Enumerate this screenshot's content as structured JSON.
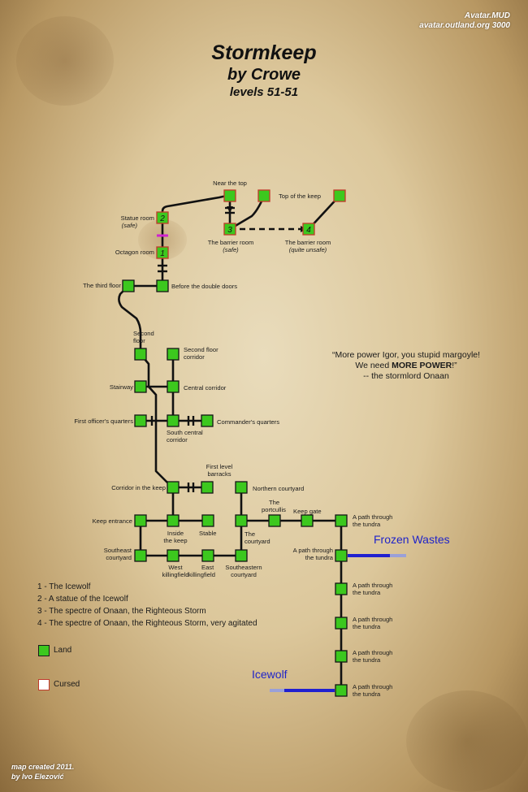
{
  "credit": {
    "line1": "Avatar.MUD",
    "line2": "avatar.outland.org 3000"
  },
  "title": {
    "name": "Stormkeep",
    "author": "by Crowe",
    "levels": "levels 51-51"
  },
  "quote": {
    "line1": "“More power Igor, you stupid margoyle!",
    "line2_pre": "We need ",
    "line2_bold": "MORE POWER",
    "line2_post": "!”",
    "line3": "-- the stormlord Onaan"
  },
  "notes": [
    "1 - The Icewolf",
    "2 - A statue of the Icewolf",
    "3 - The spectre of Onaan, the Righteous Storm",
    "4 - The spectre of Onaan, the Righteous Storm, very agitated"
  ],
  "legend": [
    {
      "label": "Land",
      "color": "#3cc81e",
      "border": "#1a1a1a"
    },
    {
      "label": "Cursed",
      "color": "#ffffff",
      "border": "#c0392b"
    }
  ],
  "regions": {
    "frozen_wastes": "Frozen Wastes",
    "icewolf": "Icewolf"
  },
  "footer": {
    "line1": "map created 2011.",
    "line2": "by Ivo Elezović"
  },
  "colors": {
    "land": "#3cc81e",
    "cursed_border": "#c0392b",
    "exit": "#2020d0",
    "door_special": "#d020d0"
  },
  "rooms": {
    "near_top": {
      "label": "Near the top"
    },
    "top_keep": {
      "label": "Top of the keep"
    },
    "statue_room": {
      "label": "Statue room",
      "note": "(safe)",
      "marker": "2"
    },
    "barrier3": {
      "label": "The barrier room",
      "note": "(safe)",
      "marker": "3"
    },
    "barrier4": {
      "label": "The barrier room",
      "note": "(quite unsafe)",
      "marker": "4"
    },
    "octagon": {
      "label": "Octagon room",
      "marker": "1"
    },
    "third_floor": {
      "label": "The third floor"
    },
    "before_doors": {
      "label": "Before the double doors"
    },
    "second_floor": {
      "label1": "Second",
      "label2": "floor"
    },
    "second_corr": {
      "label1": "Second floor",
      "label2": "corridor"
    },
    "stairway": {
      "label": "Stairway"
    },
    "central_corr": {
      "label": "Central corridor"
    },
    "first_officer": {
      "label": "First officer's quarters"
    },
    "south_central": {
      "label1": "South central",
      "label2": "corridor"
    },
    "commander": {
      "label": "Commander's quarters"
    },
    "corr_keep": {
      "label": "Corridor in the keep"
    },
    "first_barracks": {
      "label1": "First level",
      "label2": "barracks"
    },
    "keep_entrance": {
      "label": "Keep entrance"
    },
    "inside_keep": {
      "label1": "Inside",
      "label2": "the keep"
    },
    "stable": {
      "label": "Stable"
    },
    "se_courtyard": {
      "label1": "Southeast",
      "label2": "courtyard"
    },
    "west_kill": {
      "label1": "West",
      "label2": "killingfield"
    },
    "east_kill": {
      "label1": "East",
      "label2": "killingfield"
    },
    "southeastern": {
      "label1": "Southeastern",
      "label2": "courtyard"
    },
    "north_court": {
      "label": "Northern courtyard"
    },
    "the_court": {
      "label1": "The",
      "label2": "courtyard"
    },
    "portcullis": {
      "label1": "The",
      "label2": "portcullis"
    },
    "keep_gate": {
      "label": "Keep gate"
    },
    "path1": {
      "label1": "A path through",
      "label2": "the tundra"
    },
    "path2": {
      "label1": "A path through",
      "label2": "the tundra"
    },
    "path3": {
      "label1": "A path through",
      "label2": "the tundra"
    },
    "path4": {
      "label1": "A path through",
      "label2": "the tundra"
    },
    "path5": {
      "label1": "A path through",
      "label2": "the tundra"
    },
    "path6": {
      "label1": "A path through",
      "label2": "the tundra"
    }
  }
}
